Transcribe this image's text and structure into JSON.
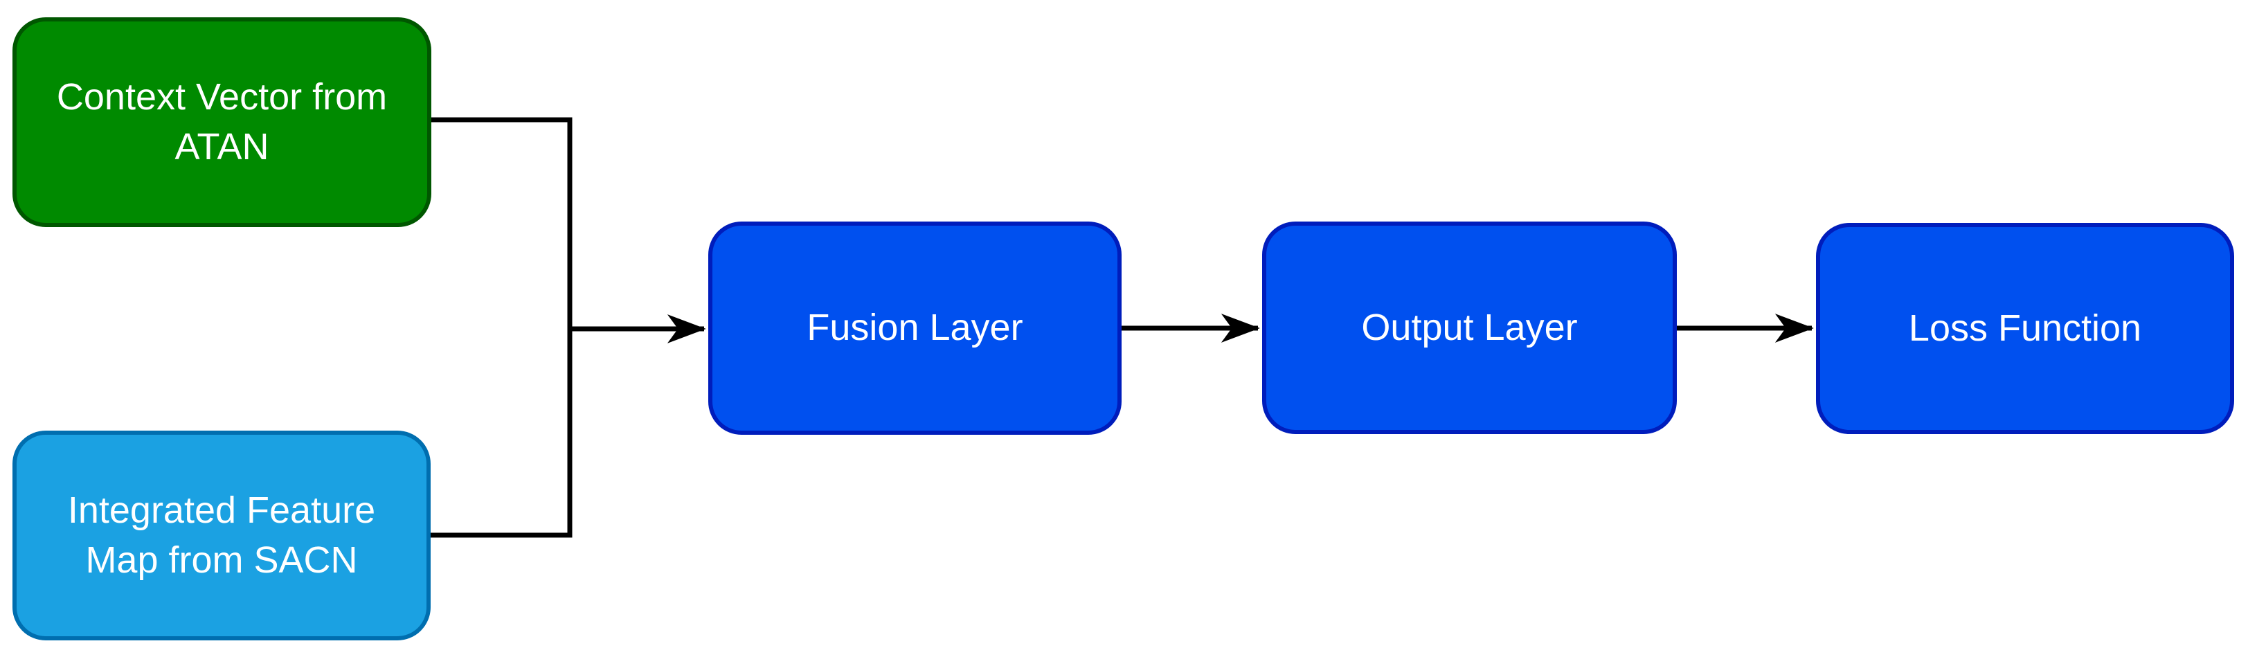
{
  "diagram": {
    "type": "flowchart",
    "background": "#ffffff",
    "edge_color": "#000000",
    "nodes": [
      {
        "id": "context-vector-atan",
        "label": "Context Vector from ATAN",
        "fill": "#008a00",
        "border": "#005700",
        "text_color": "#ffffff"
      },
      {
        "id": "integrated-feature-map-sacn",
        "label": "Integrated Feature Map from SACN",
        "fill": "#1ba1e2",
        "border": "#006eaf",
        "text_color": "#ffffff"
      },
      {
        "id": "fusion-layer",
        "label": "Fusion Layer",
        "fill": "#0050ef",
        "border": "#001dbc",
        "text_color": "#ffffff"
      },
      {
        "id": "output-layer",
        "label": "Output Layer",
        "fill": "#0050ef",
        "border": "#001dbc",
        "text_color": "#ffffff"
      },
      {
        "id": "loss-function",
        "label": "Loss Function",
        "fill": "#0050ef",
        "border": "#001dbc",
        "text_color": "#ffffff"
      }
    ],
    "edges": [
      {
        "from": "context-vector-atan",
        "to": "fusion-layer",
        "arrow": true
      },
      {
        "from": "integrated-feature-map-sacn",
        "to": "fusion-layer",
        "arrow": true
      },
      {
        "from": "fusion-layer",
        "to": "output-layer",
        "arrow": true
      },
      {
        "from": "output-layer",
        "to": "loss-function",
        "arrow": true
      }
    ]
  }
}
